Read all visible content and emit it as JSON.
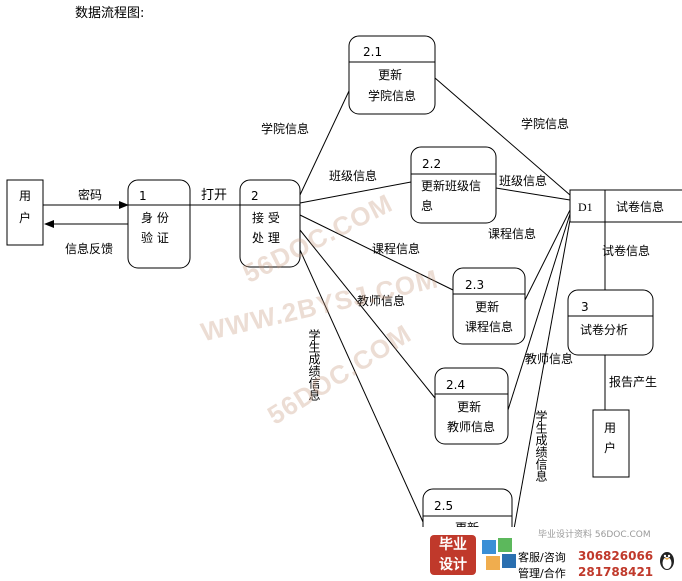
{
  "title": "数据流程图:",
  "external_entities": {
    "user_left": "用\n户",
    "user_bottom": "用\n户"
  },
  "processes": {
    "p1": {
      "id": "1",
      "label": "身  份\n验  证"
    },
    "p2": {
      "id": "2",
      "label": "接  受\n处  理"
    },
    "p21": {
      "id": "2.1",
      "label": "更新\n学院信息"
    },
    "p22": {
      "id": "2.2",
      "label": "更新班级信\n息"
    },
    "p23": {
      "id": "2.3",
      "label": "更新\n课程信息"
    },
    "p24": {
      "id": "2.4",
      "label": "更新\n教师信息"
    },
    "p25": {
      "id": "2.5",
      "label": "更新"
    },
    "p3": {
      "id": "3",
      "label": "试卷分析"
    }
  },
  "datastore": {
    "id": "D1",
    "label": "试卷信息"
  },
  "flows": {
    "password": "密码",
    "feedback": "信息反馈",
    "open": "打开",
    "college_in": "学院信息",
    "class_in": "班级信息",
    "course_in": "课程信息",
    "teacher_in": "教师信息",
    "score_in": "学生成绩信息",
    "college_out": "学院信息",
    "class_out": "班级信息",
    "course_out": "课程信息",
    "teacher_out": "教师信息",
    "score_out": "学生成绩信息",
    "paper_info": "试卷信息",
    "report": "报告产生"
  },
  "watermarks": [
    "56DOC.COM",
    "WWW.2BYSJ.COM",
    "56DOC.COM"
  ],
  "footer": {
    "site": "毕业设计资料 56DOC.COM",
    "logo": "毕业\n设计",
    "service_label": "客服/咨询",
    "service_number": "306826066",
    "manage_label": "管理/合作",
    "manage_number": "281788421"
  }
}
